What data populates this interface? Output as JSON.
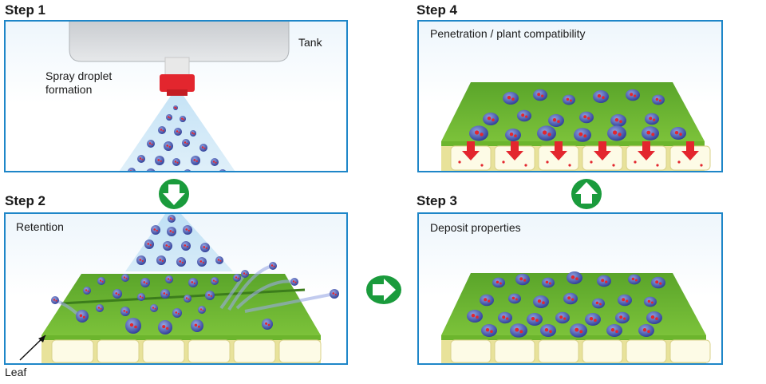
{
  "steps": {
    "step1": {
      "title": "Step 1",
      "tank_label": "Tank",
      "spray_label_line1": "Spray droplet",
      "spray_label_line2": "formation"
    },
    "step2": {
      "title": "Step 2",
      "label": "Retention",
      "leaf_label": "Leaf"
    },
    "step3": {
      "title": "Step 3",
      "label": "Deposit properties"
    },
    "step4": {
      "title": "Step 4",
      "label": "Penetration / plant compatibility"
    }
  },
  "arrows": [
    {
      "name": "down-arrow-icon",
      "direction": "down"
    },
    {
      "name": "right-arrow-icon",
      "direction": "right"
    },
    {
      "name": "up-arrow-icon",
      "direction": "up"
    }
  ],
  "colors": {
    "panel_border": "#1e86c8",
    "leaf_green": "#6cb52d",
    "droplet_blue": "#2b3a94",
    "active_red": "#e3262e",
    "arrow_green": "#1a9b3c"
  }
}
